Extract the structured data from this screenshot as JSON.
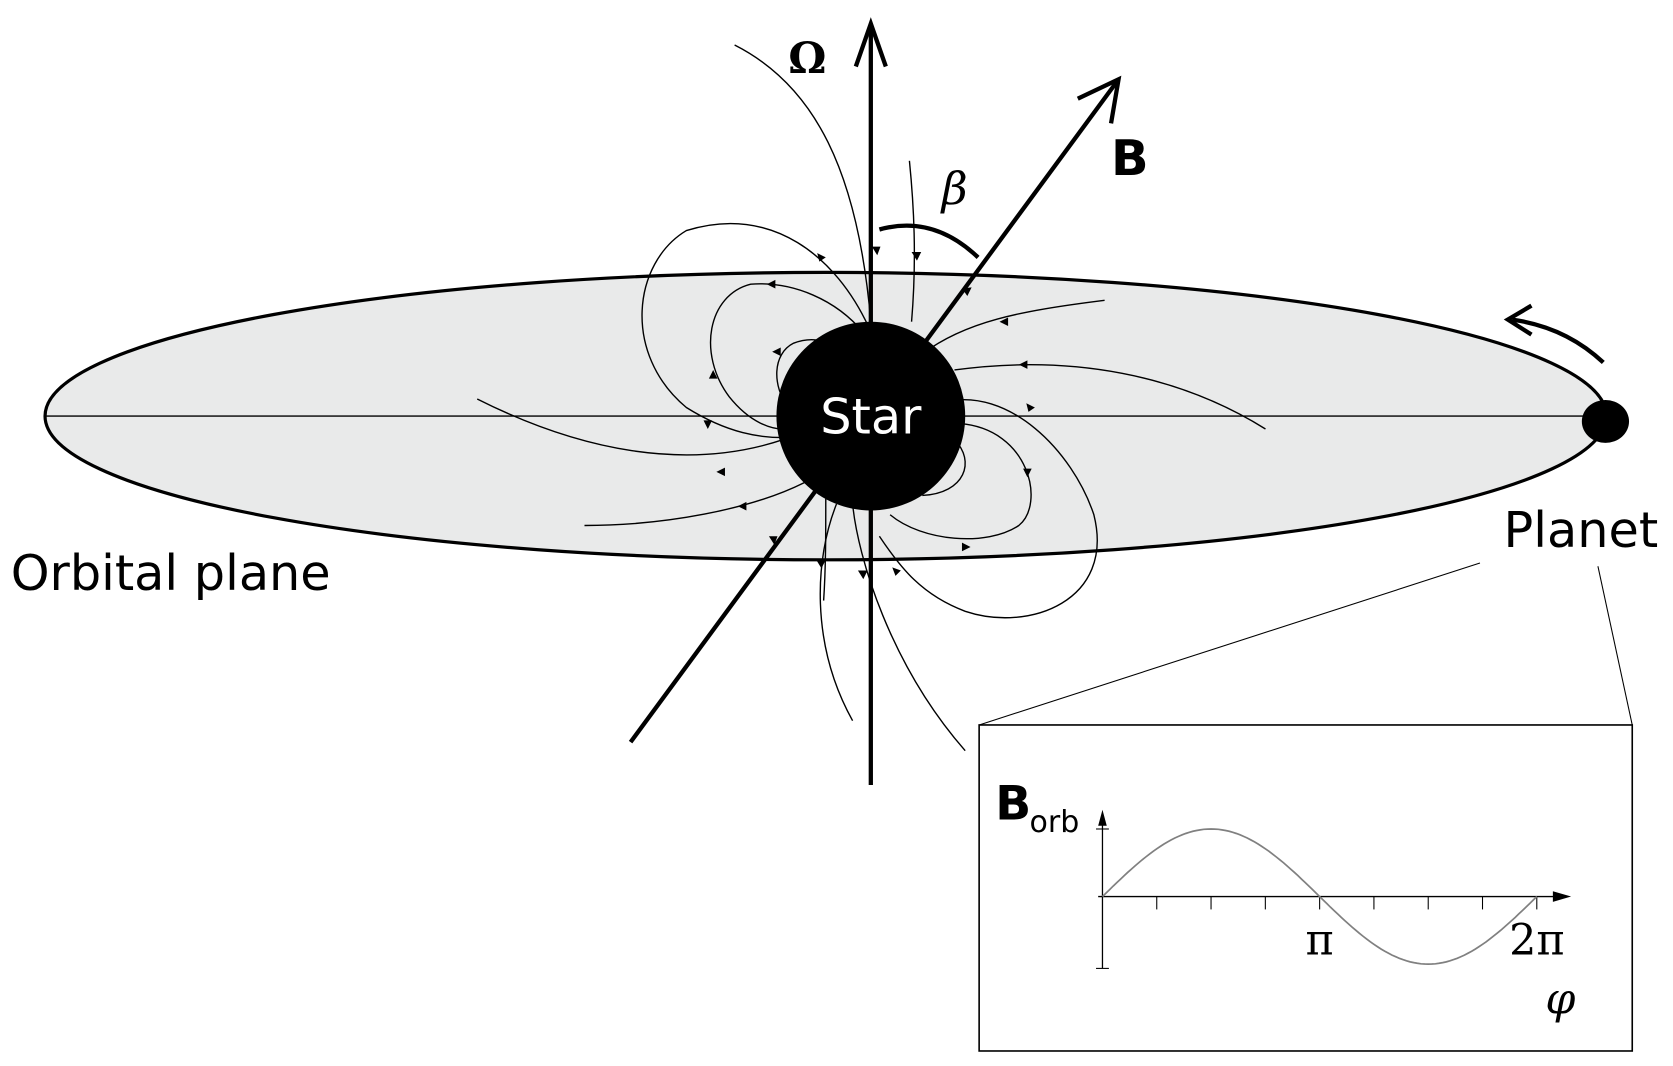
{
  "labels": {
    "omega": "Ω",
    "b_axis": "B",
    "beta": "β",
    "star": "Star",
    "orbital_plane": "Orbital plane",
    "planet": "Planet"
  },
  "colors": {
    "plane_fill": "#e9eaea",
    "ink": "#000000",
    "curve": "#808080"
  },
  "chart_data": {
    "type": "line",
    "title": "",
    "ylabel_main": "B",
    "ylabel_sub": "orb",
    "xlabel": "φ",
    "xlim": [
      0,
      6.2832
    ],
    "ylim": [
      -1,
      1
    ],
    "x_tick_count": 9,
    "x_tick_labels": [
      {
        "value": 3.1416,
        "label": "π"
      },
      {
        "value": 6.2832,
        "label": "2π"
      }
    ],
    "series": [
      {
        "name": "B_orb",
        "x": [
          0,
          0.3927,
          0.7854,
          1.1781,
          1.5708,
          1.9635,
          2.3562,
          2.7489,
          3.1416,
          3.5343,
          3.927,
          4.3197,
          4.7124,
          5.1051,
          5.4978,
          5.8905,
          6.2832
        ],
        "values": [
          0,
          0.383,
          0.707,
          0.924,
          1,
          0.924,
          0.707,
          0.383,
          0,
          -0.383,
          -0.707,
          -0.924,
          -1,
          -0.924,
          -0.707,
          -0.383,
          0
        ]
      }
    ]
  }
}
